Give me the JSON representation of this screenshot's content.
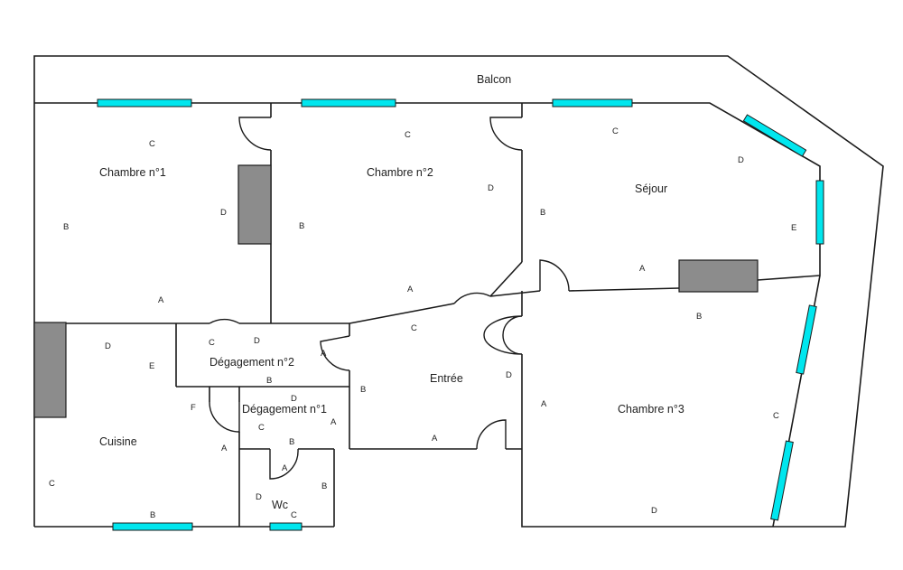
{
  "colors": {
    "wall": "#1a1a1a",
    "window": "#00e6ee",
    "block": "#8c8c8c",
    "background": "#ffffff"
  },
  "rooms": {
    "balcon": "Balcon",
    "chambre1": "Chambre n°1",
    "chambre2": "Chambre n°2",
    "sejour": "Séjour",
    "degagement2": "Dégagement n°2",
    "degagement1": "Dégagement n°1",
    "entree": "Entrée",
    "cuisine": "Cuisine",
    "chambre3": "Chambre n°3",
    "wc": "Wc"
  },
  "wall_labels": {
    "ch1_c": "C",
    "ch1_d": "D",
    "ch1_b": "B",
    "ch1_a": "A",
    "ch2_c": "C",
    "ch2_d": "D",
    "ch2_b": "B",
    "ch2_a": "A",
    "sej_c": "C",
    "sej_d": "D",
    "sej_b": "B",
    "sej_e": "E",
    "sej_a": "A",
    "deg2_c": "C",
    "deg2_d": "D",
    "deg2_a": "A",
    "deg2_b": "B",
    "ent_c": "C",
    "ent_d": "D",
    "ent_b": "B",
    "ent_a": "A",
    "deg1_d": "D",
    "deg1_c": "C",
    "deg1_a": "A",
    "deg1_f": "F",
    "cui_d": "D",
    "cui_e": "E",
    "cui_a": "A",
    "cui_c": "C",
    "cui_b": "B",
    "ch3_b": "B",
    "ch3_a": "A",
    "ch3_c": "C",
    "ch3_d": "D",
    "wc_b_top": "B",
    "wc_a": "A",
    "wc_b": "B",
    "wc_d": "D",
    "wc_c": "C"
  }
}
